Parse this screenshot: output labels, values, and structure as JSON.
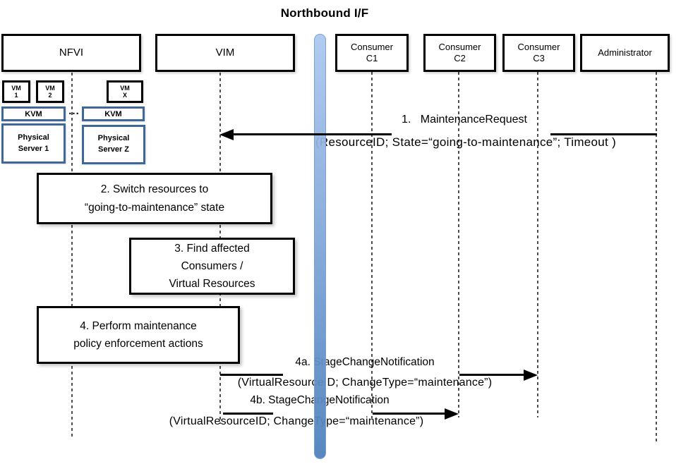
{
  "title": "Northbound I/F",
  "colors": {
    "box_border": "#000000",
    "infra_border": "#3D6899",
    "bar_top": "#ABC8EF",
    "bar_bottom": "#4F81BD",
    "lifeline": "#4D4D4D"
  },
  "actors": {
    "nfvi": {
      "label": "NFVI"
    },
    "vim": {
      "label": "VIM"
    },
    "c1": {
      "line1": "Consumer",
      "line2": "C1"
    },
    "c2": {
      "line1": "Consumer",
      "line2": "C2"
    },
    "c3": {
      "line1": "Consumer",
      "line2": "C3"
    },
    "admin": {
      "label": "Administrator"
    }
  },
  "infra": {
    "vm1": {
      "line1": "VM",
      "line2": "1"
    },
    "vm2": {
      "line1": "VM",
      "line2": "2"
    },
    "vmx": {
      "line1": "VM",
      "line2": "X"
    },
    "kvm_left": {
      "label": "KVM"
    },
    "kvm_right": {
      "label": "KVM"
    },
    "ellipsis": "...",
    "server1": {
      "line1": "Physical",
      "line2": "Server 1"
    },
    "serverz": {
      "line1": "Physical",
      "line2": "Server Z"
    }
  },
  "activities": {
    "step2": {
      "line1": "2. Switch resources to",
      "line2": "“going-to-maintenance” state"
    },
    "step3": {
      "line1": "3. Find affected",
      "line2": "Consumers /",
      "line3": "Virtual Resources"
    },
    "step4": {
      "line1": "4. Perform maintenance",
      "line2": "policy enforcement actions"
    }
  },
  "messages": {
    "msg1": {
      "title": "1.   MaintenanceRequest",
      "params": "(ResourceID; State=“going-to-maintenance”; Timeout )",
      "from": "Administrator",
      "to": "VIM"
    },
    "msg4a": {
      "title": "4a. StageChangeNotification",
      "params": "(VirtualResourceID; ChangeType=“maintenance”)",
      "from": "VIM",
      "to": "Consumer C3"
    },
    "msg4b": {
      "title": "4b. StageChangeNotification",
      "params": "(VirtualResourceID; ChangeType=“maintenance”)",
      "from": "VIM",
      "to": "Consumer C2"
    }
  }
}
